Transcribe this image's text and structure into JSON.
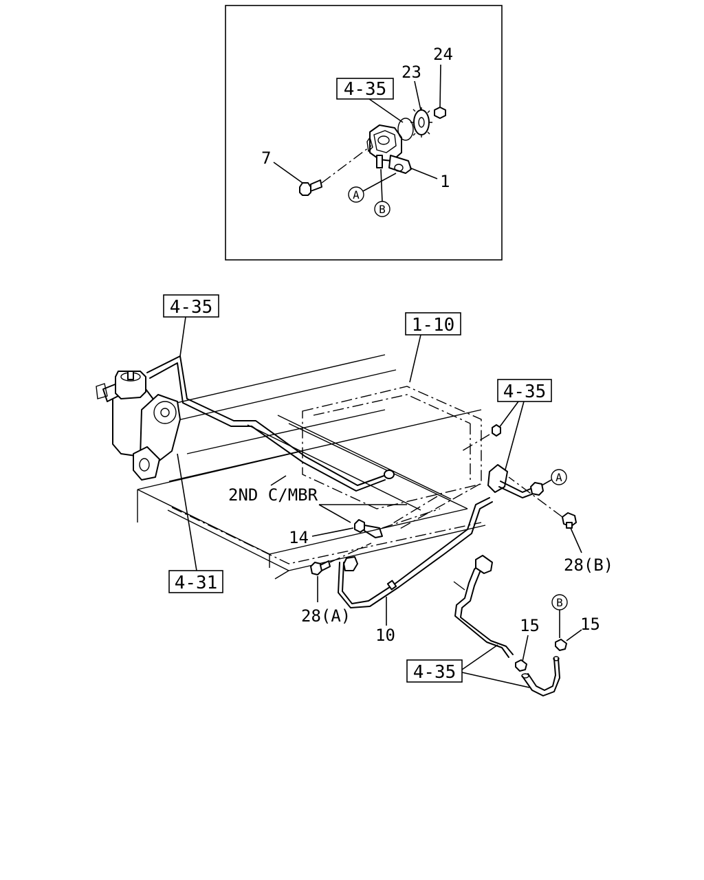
{
  "labels": {
    "inset_ref": "4-35",
    "part_7": "7",
    "part_1": "1",
    "part_23": "23",
    "part_24": "24",
    "mark_a": "A",
    "mark_b": "B",
    "ref_top_left": "4-35",
    "ref_tank": "1-10",
    "ref_right": "4-35",
    "ref_bottom": "4-35",
    "ref_steering": "4-31",
    "member_label": "2ND C/MBR",
    "part_14": "14",
    "part_28a": "28(A)",
    "part_28b": "28(B)",
    "part_10": "10",
    "part_15_left": "15",
    "part_15_right": "15"
  }
}
